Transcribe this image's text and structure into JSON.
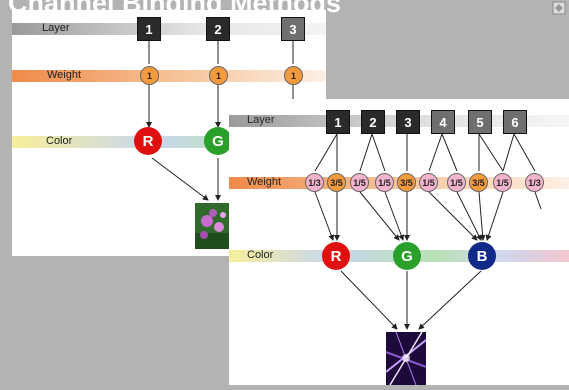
{
  "title": "Channel Binding Methods",
  "diagram_small": {
    "row_labels": {
      "layer": "Layer",
      "weight": "Weight",
      "color": "Color"
    },
    "layers": [
      "1",
      "2",
      "3"
    ],
    "weights": [
      "1",
      "1",
      "1"
    ],
    "colors": [
      {
        "label": "R",
        "hex": "#e01010"
      },
      {
        "label": "G",
        "hex": "#2aa02a"
      }
    ]
  },
  "diagram_large": {
    "row_labels": {
      "layer": "Layer",
      "weight": "Weight",
      "color": "Color"
    },
    "layers": [
      "1",
      "2",
      "3",
      "4",
      "5",
      "6"
    ],
    "weights": [
      "1/3",
      "3/5",
      "1/5",
      "1/5",
      "3/5",
      "1/5",
      "1/5",
      "3/5",
      "1/5",
      "1/3"
    ],
    "colors": [
      {
        "label": "R",
        "hex": "#e01010"
      },
      {
        "label": "G",
        "hex": "#2aa02a"
      },
      {
        "label": "B",
        "hex": "#102a8a"
      }
    ]
  },
  "palette": {
    "layer_band": "#cfcfcf",
    "weight_band": "#f2b27a",
    "orange_weight": "#f39a3d",
    "pink_weight": "#f3b3cc"
  }
}
